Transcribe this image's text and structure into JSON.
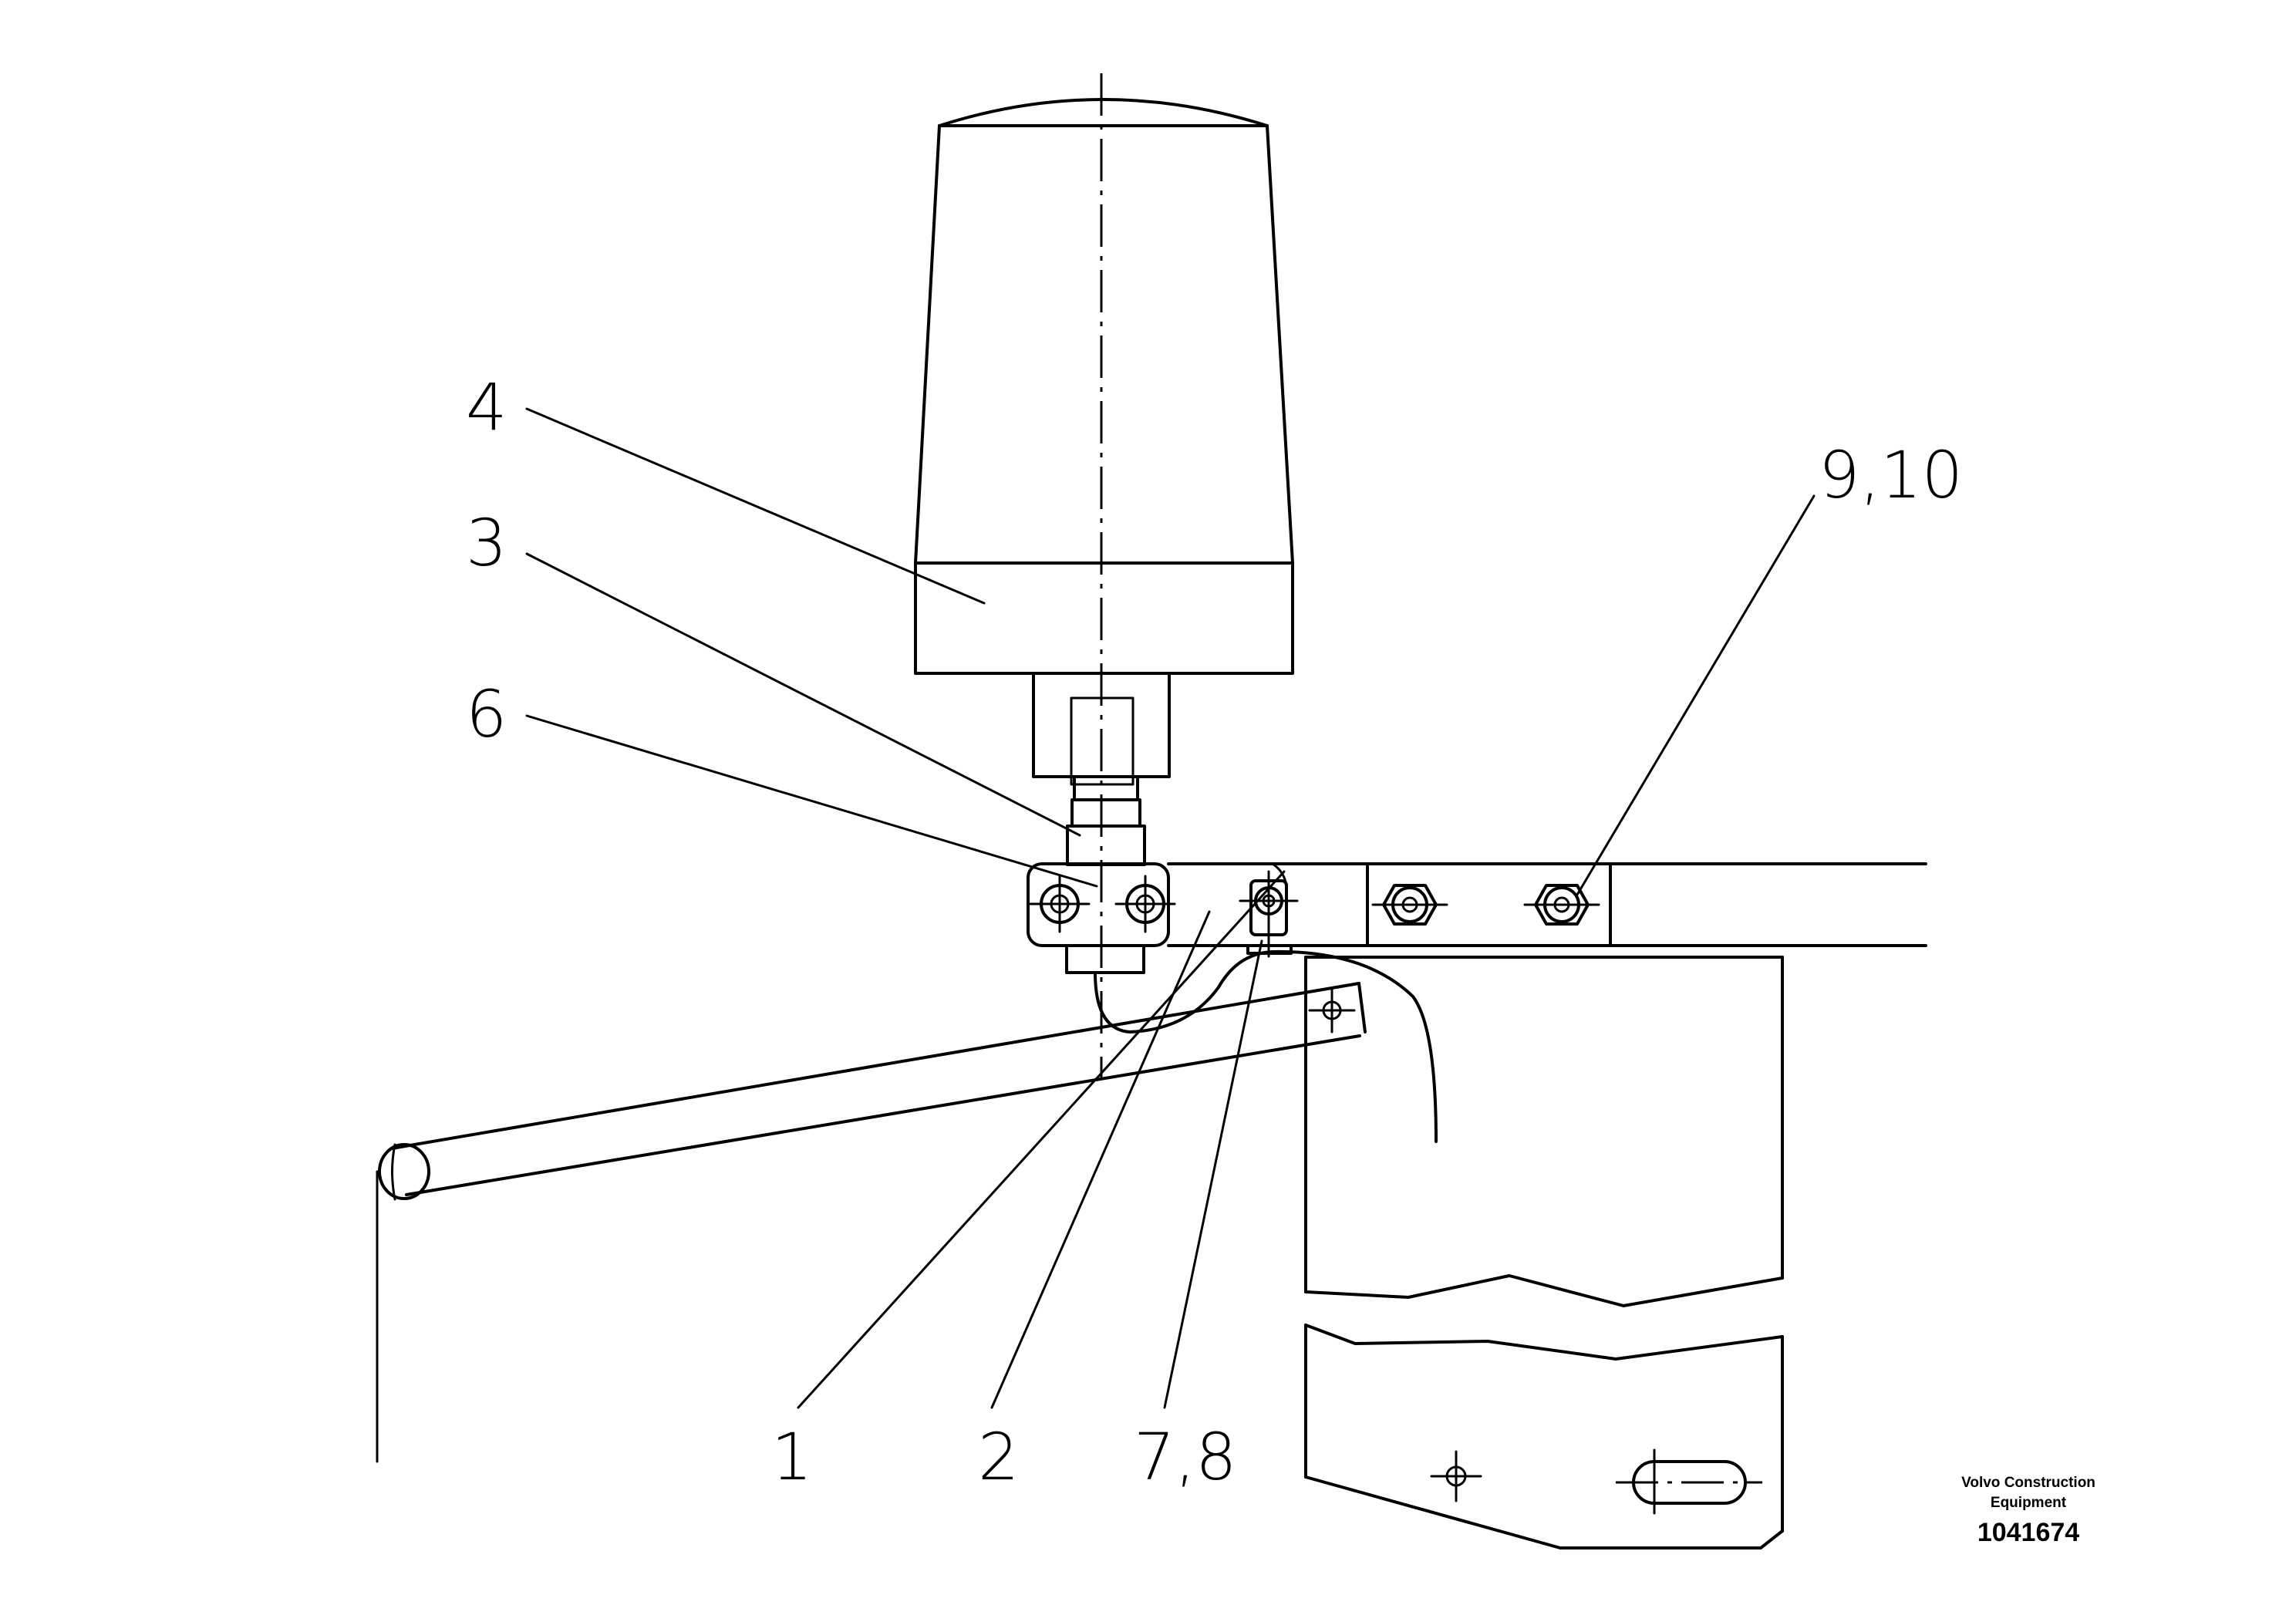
{
  "callouts": {
    "c4": "4",
    "c3": "3",
    "c6": "6",
    "c910": "9,10",
    "c1": "1",
    "c2": "2",
    "c78": "7,8"
  },
  "footer": {
    "company_line1": "Volvo Construction",
    "company_line2": "Equipment",
    "doc_number": "1041674"
  }
}
